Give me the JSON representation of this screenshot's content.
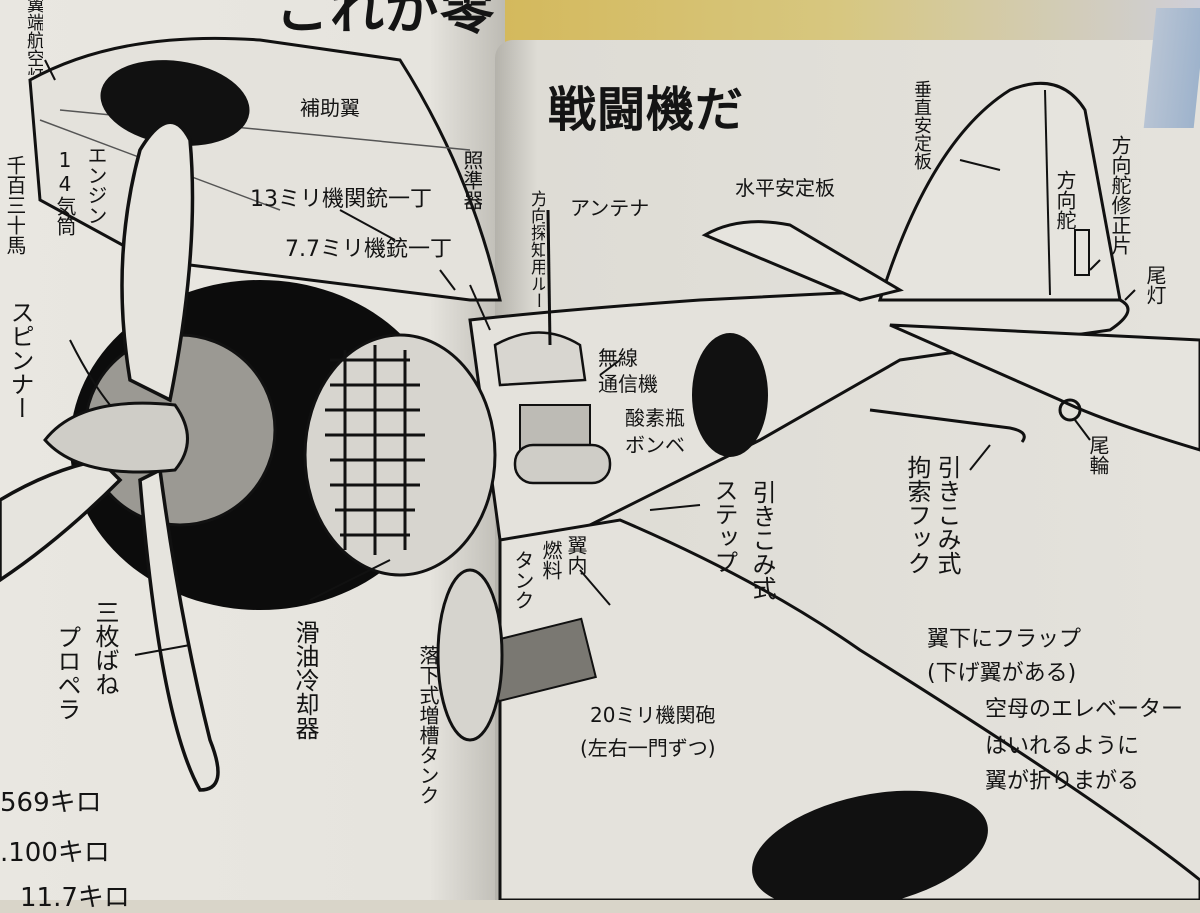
{
  "title": {
    "left_fragment": "これが零",
    "right": "戦闘機だ"
  },
  "labels": {
    "nav_light": "翼端航空灯(青)",
    "aileron": "補助翼",
    "engine": "エンジン",
    "engine_spec": "14気筒",
    "engine_power": "千百三十馬",
    "gun13": "13ミリ機関銃一丁",
    "gun77": "7.7ミリ機銃一丁",
    "spinner": "スピンナー",
    "sight": "照準器",
    "direction_finder": "方向探知用ループアンテナ",
    "antenna": "アンテナ",
    "horizontal_stabilizer": "水平安定板",
    "vertical_stabilizer": "垂直安定板",
    "rudder": "方向舵",
    "rudder_tab": "方向舵修正片",
    "tail_light": "尾灯",
    "radio1": "無線",
    "radio2": "通信機",
    "oxygen1": "酸素瓶",
    "oxygen2": "ボンベ",
    "tail_wheel": "尾輪",
    "hook1": "引きこみ式",
    "hook2": "拘索フック",
    "step1": "引きこみ式",
    "step2": "ステップ",
    "wing_fuel1": "翼内",
    "wing_fuel2": "燃料",
    "wing_fuel3": "タンク",
    "oil_cooler": "滑油冷却器",
    "drop_tank": "落下式増槽タンク",
    "propeller1": "三枚ばね",
    "propeller2": "プロペラ",
    "cannon1": "20ミリ機関砲",
    "cannon2": "(左右一門ずつ)",
    "flap1": "翼下にフラップ",
    "flap2": "(下げ翼がある)",
    "fold1": "空母のエレベーター",
    "fold2": "はいれるように",
    "fold3": "翼が折りまがる",
    "spec1": "569キロ",
    "spec2": ".100キロ",
    "spec3": "11.7キロ"
  }
}
